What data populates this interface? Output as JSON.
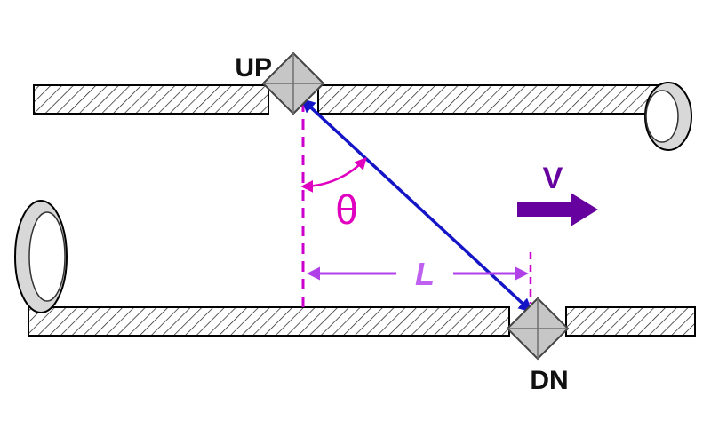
{
  "diagram": {
    "labels": {
      "up": "UP",
      "dn": "DN",
      "theta": "θ",
      "length": "L",
      "velocity": "V"
    },
    "colors": {
      "beam": "#1515c8",
      "reference": "#cc00cc",
      "angle": "#e000c0",
      "length_arrow": "#b040e8",
      "length_label": "#c060f0",
      "velocity": "#66009e",
      "transducer_fill": "#c6c6c6",
      "pipe_end_fill": "#d8d8d8"
    }
  }
}
